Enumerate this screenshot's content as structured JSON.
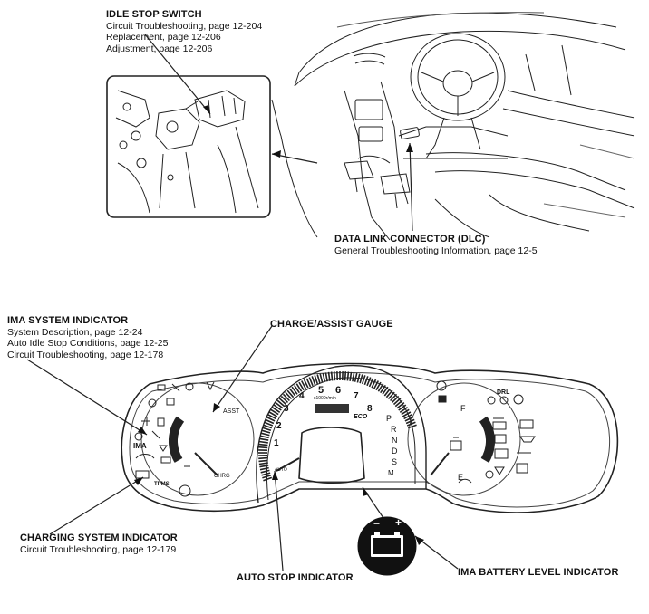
{
  "idle_stop_switch": {
    "title": "IDLE STOP SWITCH",
    "refs": [
      "Circuit Troubleshooting, page 12-204",
      "Replacement, page 12-206",
      "Adjustment, page 12-206"
    ]
  },
  "dlc": {
    "title": "DATA LINK CONNECTOR (DLC)",
    "refs": [
      "General Troubleshooting Information, page 12-5"
    ]
  },
  "ima_system_indicator": {
    "title": "IMA SYSTEM INDICATOR",
    "refs": [
      "System Description, page 12-24",
      "Auto Idle Stop Conditions, page 12-25",
      "Circuit Troubleshooting, page 12-178"
    ]
  },
  "charge_assist_gauge": {
    "title": "CHARGE/ASSIST GAUGE"
  },
  "charging_system_indicator": {
    "title": "CHARGING SYSTEM INDICATOR",
    "refs": [
      "Circuit Troubleshooting, page 12-179"
    ]
  },
  "auto_stop_indicator": {
    "title": "AUTO STOP INDICATOR"
  },
  "ima_battery_level_indicator": {
    "title": "IMA BATTERY LEVEL INDICATOR"
  },
  "cluster": {
    "tach_numbers": [
      "1",
      "2",
      "3",
      "4",
      "5",
      "6",
      "7",
      "8"
    ],
    "gear_letters": [
      "P",
      "R",
      "N",
      "D",
      "S",
      "M"
    ],
    "asst_label": "ASST",
    "chrg_label": "CHRG",
    "fuel_full": "F",
    "fuel_empty": "E",
    "drl_label": "DRL",
    "ima_label": "IMA",
    "tpms_label": "TPMS",
    "tach_units": "x1000r/min",
    "auto_label": "AUTO",
    "brand_badge": "ECO",
    "battery_minus": "−",
    "battery_plus": "+"
  }
}
